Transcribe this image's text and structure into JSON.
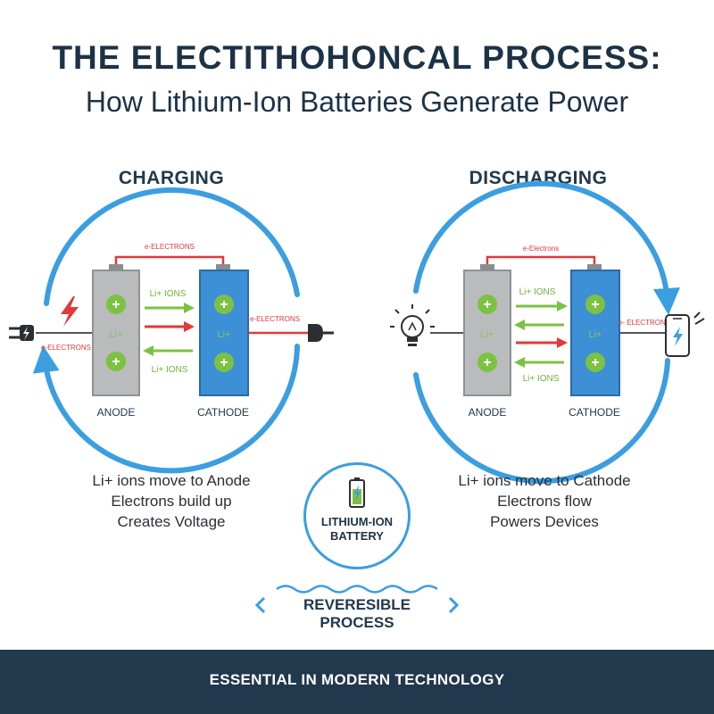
{
  "header": {
    "title": "THE ELECTITHOHONCAL PROCESS:",
    "subtitle": "How Lithium-Ion Batteries Generate Power"
  },
  "colors": {
    "dark_navy": "#22384c",
    "cycle_blue": "#3b9ee0",
    "anode_gray": "#b9bbbd",
    "cathode_blue": "#3d8fd6",
    "ion_green": "#7cc242",
    "electron_red": "#e03a3a"
  },
  "charging": {
    "heading": "CHARGING",
    "electron_top": "e-ELECTRONS",
    "electron_right": "e-ELECTRONS",
    "electron_left": "e-ELECTRONS",
    "ion_top": "Li+ IONS",
    "ion_bottom": "Li+ IONS",
    "anode_center": "Li+",
    "cathode_center": "Li+",
    "anode_label": "ANODE",
    "cathode_label": "CATHODE",
    "icons": [
      "plug-icon",
      "lightning-icon",
      "plug-icon"
    ],
    "caption": [
      "Li+ ions move to Anode",
      "Electrons build up",
      "Creates Voltage"
    ]
  },
  "discharging": {
    "heading": "DISCHARGING",
    "electron_top": "e-Electrons",
    "electron_right": "e- ELECTRONS",
    "ion_top": "Li+ IONS",
    "ion_bottom": "Li+ IONS",
    "anode_center": "Li+",
    "cathode_center": "Li+",
    "anode_label": "ANODE",
    "cathode_label": "CATHODE",
    "icons": [
      "light-bulb-icon",
      "smartphone-icon"
    ],
    "caption": [
      "Li+ ions move to Cathode",
      "Electrons flow",
      "Powers Devices"
    ]
  },
  "center": {
    "label_line1": "LITHIUM-ION",
    "label_line2": "BATTERY",
    "icon": "battery-icon"
  },
  "reversible_label": "REVERESIBLE PROCESS",
  "footer_text": "ESSENTIAL IN MODERN TECHNOLOGY"
}
